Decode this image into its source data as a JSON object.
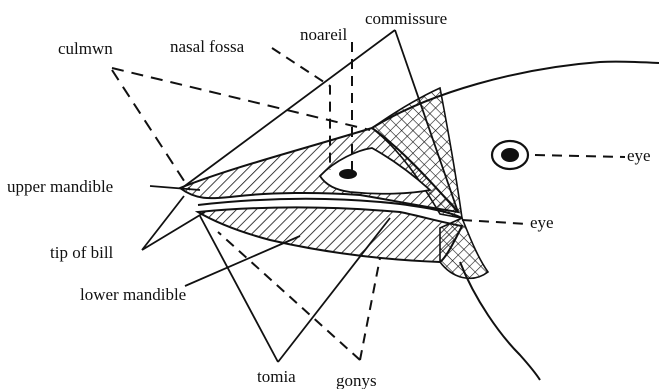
{
  "labels": {
    "culmen": "culmwn",
    "nasal_fossa": "nasal fossa",
    "nostril": "noareil",
    "commissure": "commissure",
    "eye_top": "eye",
    "eye_mid": "eye",
    "upper_mandible": "upper mandible",
    "tip_of_bill": "tip of bill",
    "lower_mandible": "lower mandible",
    "tomia": "tomia",
    "gonys": "gonys"
  },
  "colors": {
    "ink": "#111111",
    "background": "#ffffff"
  }
}
